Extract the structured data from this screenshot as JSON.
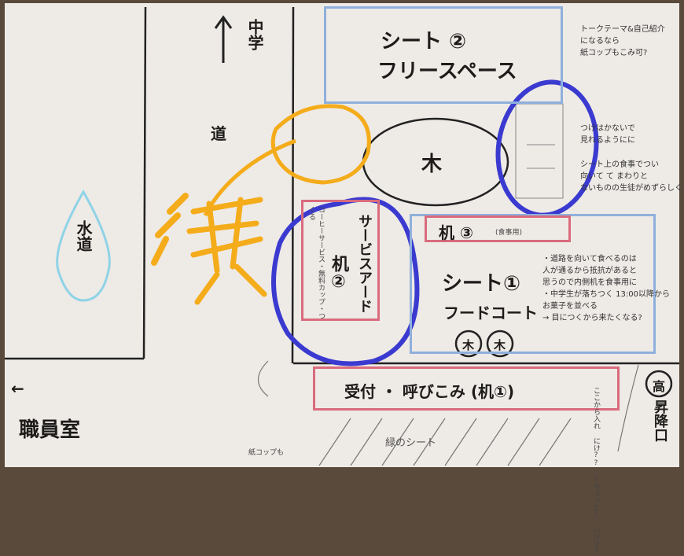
{
  "labels": {
    "sheet2_title": "シート ②",
    "sheet2_sub": "フリースペース",
    "middle_school": "中学",
    "road_upper": "道",
    "tree_big": "木",
    "water": "水道",
    "performance": "演奏",
    "service_desk": "サービスアード",
    "desk2": "机②",
    "service_note": "コーヒーサービス・無料カップ・つくる",
    "desk3": "机 ③",
    "desk3_note": "(食事用)",
    "sheet1_title": "シート①",
    "sheet1_sub": "フードコート",
    "tree_small_1": "木",
    "tree_small_2": "木",
    "reception": "受付 ・ 呼びこみ (机①)",
    "staff_room_arrow": "←",
    "staff_room": "職員室",
    "high_school_mark": "高",
    "stairs": "昇降口",
    "paper_cup": "紙コップも",
    "green_sheet": "緑のシート"
  },
  "notes": {
    "top_right_1": "トークテーマ&自己紹介",
    "top_right_2": "になるなら",
    "top_right_3": "紙コップもこみ可?",
    "mid_right_1": "つけはかないで",
    "mid_right_2": "見れるようにに",
    "mid_right_3": "シート上の食事でつい",
    "mid_right_4": "向いて て まわりと",
    "mid_right_5": "ないものの生徒がめずらしく",
    "food_1": "・道路を向いて食べるのは",
    "food_2": "人が通るから抵抗があると",
    "food_3": "思うので内側机を食事用に",
    "food_4": "・中学生が落ちつく 13:00以降から",
    "food_5": "お菓子を並べる",
    "food_6": "→ 目につくから来たくなる?",
    "bottom_right_1": "ここから入れ",
    "bottom_right_2": "にけ??",
    "bottom_right_3": "(ちょっと)",
    "bottom_right_4": "いけす?"
  },
  "colors": {
    "blue_box": "#8fb0dc",
    "red_box": "#d96b7d",
    "circle_blue": "#3a3ad0",
    "orange": "#f4ac1a",
    "light_blue": "#8fd3e6",
    "ink": "#1e1c1a"
  }
}
